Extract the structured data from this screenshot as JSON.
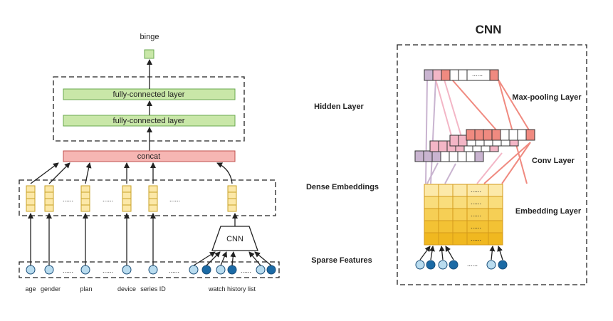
{
  "left": {
    "output_label": "binge",
    "fc_layer_top": "fully-connected layer",
    "fc_layer_bottom": "fully-connected layer",
    "concat_label": "concat",
    "cnn_label": "CNN",
    "embed_ellipsis": "......",
    "sparse_ellipsis": "......",
    "features": [
      "age",
      "gender",
      "plan",
      "device",
      "series ID",
      "watch history list"
    ]
  },
  "middle": {
    "hidden_layer": "Hidden Layer",
    "dense_embeddings": "Dense Embeddings",
    "sparse_features": "Sparse Features"
  },
  "right": {
    "title": "CNN",
    "max_pooling": "Max-pooling Layer",
    "conv_layer": "Conv Layer",
    "embedding_layer": "Embedding Layer",
    "ellipsis": "......"
  },
  "colors": {
    "green_fill": "#c9e7a8",
    "green_stroke": "#6aa84f",
    "concat_fill": "#f6b6b3",
    "concat_stroke": "#c0504d",
    "embed_fill": "#fce8a8",
    "embed_stroke": "#c9a227",
    "node_light": "#b9dcef",
    "node_dark": "#1b6aa5",
    "maxpool_red": "#f08a80",
    "conv_pink": "#f3b6c6",
    "conv_purple": "#c9b4d0",
    "embed_gold": "#f6c94a"
  }
}
